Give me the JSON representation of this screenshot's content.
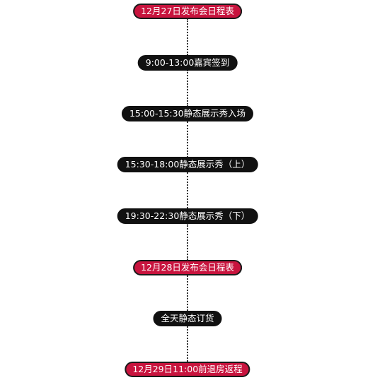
{
  "colors": {
    "date_node_bg": "#c8143e",
    "event_node_bg": "#111111",
    "node_text": "#ffffff",
    "connector": "#333333"
  },
  "schedule": {
    "day1": {
      "title": "12月27日发布会日程表",
      "items": [
        "9:00-13:00嘉宾签到",
        "15:00-15:30静态展示秀入场",
        "15:30-18:00静态展示秀（上）",
        "19:30-22:30静态展示秀（下）"
      ]
    },
    "day2": {
      "title": "12月28日发布会日程表",
      "items": [
        "全天静态订货"
      ]
    },
    "day3": {
      "title": "12月29日11:00前退房返程"
    }
  }
}
